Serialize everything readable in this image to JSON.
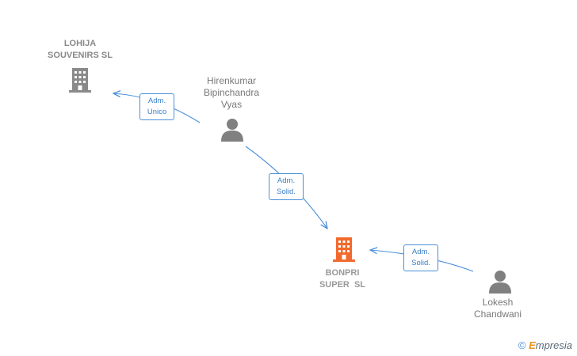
{
  "nodes": {
    "lohija": {
      "line1": "LOHIJA",
      "line2": "SOUVENIRS SL",
      "type": "company"
    },
    "hirenkumar": {
      "line1": "Hirenkumar",
      "line2": "Bipinchandra",
      "line3": "Vyas",
      "type": "person"
    },
    "bonpri": {
      "line1": "BONPRI",
      "line2": "SUPER  SL",
      "type": "company",
      "highlight": true
    },
    "lokesh": {
      "line1": "Lokesh",
      "line2": "Chandwani",
      "type": "person"
    }
  },
  "edges": {
    "e1": {
      "line1": "Adm.",
      "line2": "Unico"
    },
    "e2": {
      "line1": "Adm.",
      "line2": "Solid."
    },
    "e3": {
      "line1": "Adm.",
      "line2": "Solid."
    }
  },
  "colors": {
    "company": "#8a8a8a",
    "company_highlight": "#f26a2e",
    "person": "#808080",
    "edge": "#4a90d9"
  },
  "watermark": {
    "symbol": "©",
    "brand_initial": "E",
    "brand_rest": "mpresia"
  }
}
